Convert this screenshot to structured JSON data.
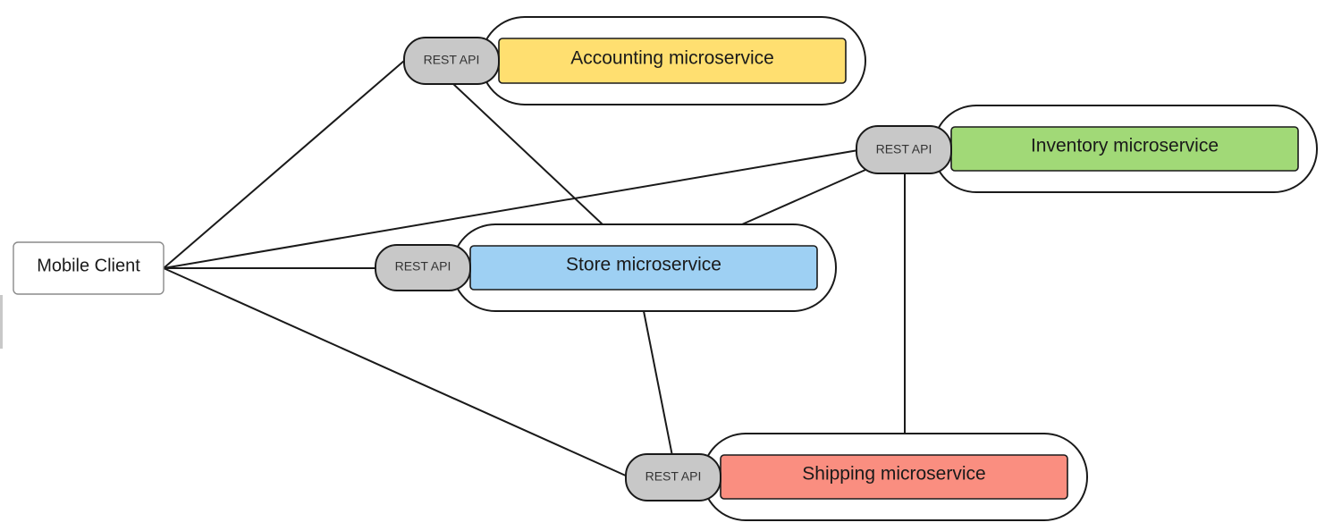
{
  "client": {
    "label": "Mobile Client"
  },
  "services": {
    "accounting": {
      "name": "Accounting microservice",
      "api_label": "REST API",
      "color": "#FFDF70"
    },
    "inventory": {
      "name": "Inventory microservice",
      "api_label": "REST API",
      "color": "#A1D977"
    },
    "store": {
      "name": "Store microservice",
      "api_label": "REST API",
      "color": "#9ED0F3"
    },
    "shipping": {
      "name": "Shipping microservice",
      "api_label": "REST API",
      "color": "#FA8E80"
    }
  }
}
